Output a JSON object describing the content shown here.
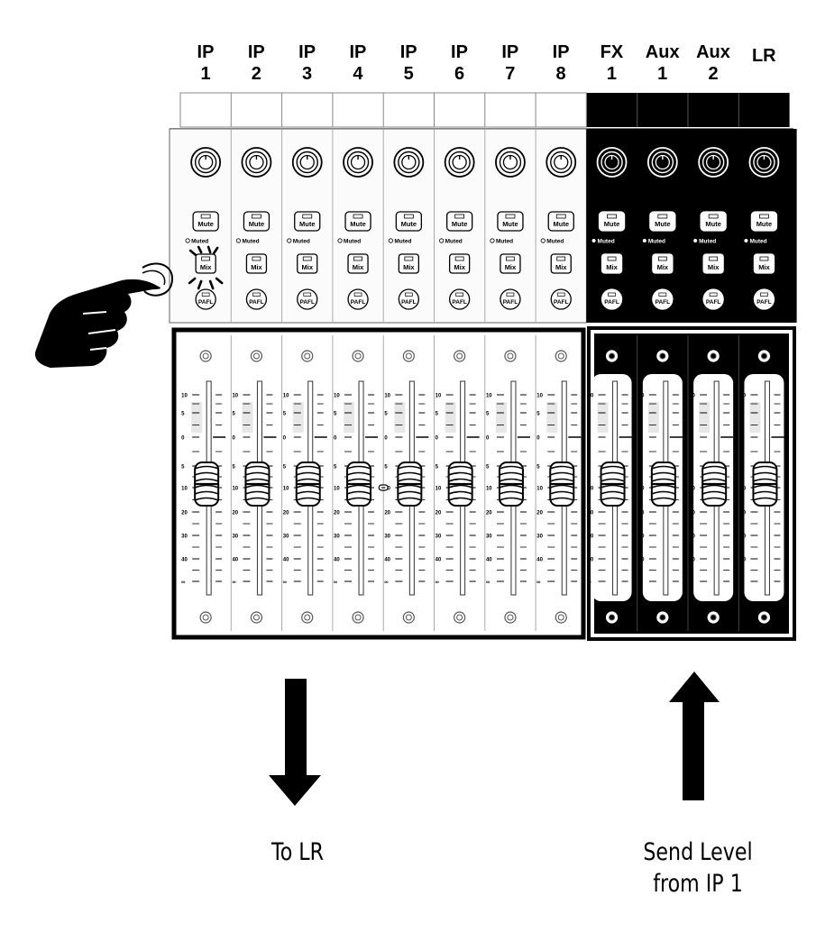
{
  "channels": [
    {
      "id": "ip1",
      "line1": "IP",
      "line2": "1",
      "theme": "light"
    },
    {
      "id": "ip2",
      "line1": "IP",
      "line2": "2",
      "theme": "light"
    },
    {
      "id": "ip3",
      "line1": "IP",
      "line2": "3",
      "theme": "light"
    },
    {
      "id": "ip4",
      "line1": "IP",
      "line2": "4",
      "theme": "light"
    },
    {
      "id": "ip5",
      "line1": "IP",
      "line2": "5",
      "theme": "light"
    },
    {
      "id": "ip6",
      "line1": "IP",
      "line2": "6",
      "theme": "light"
    },
    {
      "id": "ip7",
      "line1": "IP",
      "line2": "7",
      "theme": "light"
    },
    {
      "id": "ip8",
      "line1": "IP",
      "line2": "8",
      "theme": "light"
    },
    {
      "id": "fx1",
      "line1": "FX",
      "line2": "1",
      "theme": "dark"
    },
    {
      "id": "aux1",
      "line1": "Aux",
      "line2": "1",
      "theme": "dark"
    },
    {
      "id": "aux2",
      "line1": "Aux",
      "line2": "2",
      "theme": "dark"
    },
    {
      "id": "lr",
      "line1": "LR",
      "line2": "",
      "theme": "dark"
    }
  ],
  "controls": {
    "mute_label": "Mute",
    "muted_label": "Muted",
    "mix_label": "Mix",
    "pafl_label": "PAFL"
  },
  "fader_scale": [
    "10",
    "5",
    "0",
    "5",
    "10",
    "20",
    "30",
    "40",
    "∞"
  ],
  "pressed_button": {
    "channel": "ip1",
    "button": "mix"
  },
  "captions": {
    "to_lr": "To LR",
    "send_level": [
      "Send Level",
      "from IP 1"
    ]
  },
  "colors": {
    "ink": "#000000",
    "panel_light": "#f2f2f2",
    "panel_dark": "#000000"
  }
}
